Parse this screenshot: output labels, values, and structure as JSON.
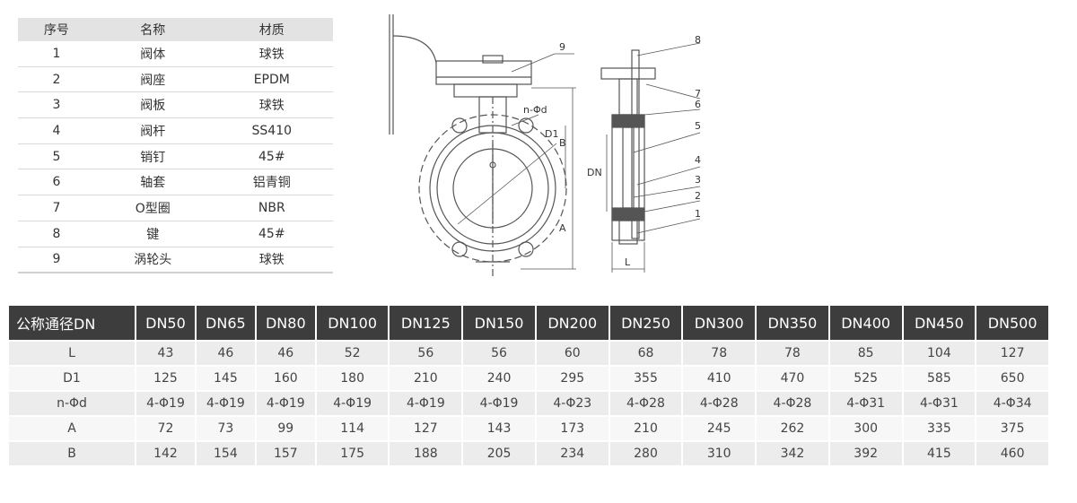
{
  "parts_table": {
    "headers": [
      "序号",
      "名称",
      "材质"
    ],
    "rows": [
      [
        "1",
        "阀体",
        "球铁"
      ],
      [
        "2",
        "阀座",
        "EPDM"
      ],
      [
        "3",
        "阀板",
        "球铁"
      ],
      [
        "4",
        "阀杆",
        "SS410"
      ],
      [
        "5",
        "销钉",
        "45#"
      ],
      [
        "6",
        "轴套",
        "铝青铜"
      ],
      [
        "7",
        "O型圈",
        "NBR"
      ],
      [
        "8",
        "键",
        "45#"
      ],
      [
        "9",
        "涡轮头",
        "球铁"
      ]
    ]
  },
  "drawing": {
    "front_labels": {
      "part9": "9",
      "nphid": "n-Φd",
      "d1": "D1",
      "b": "B",
      "a": "A"
    },
    "side_labels": {
      "p8": "8",
      "p7": "7",
      "p6": "6",
      "p5": "5",
      "p4": "4",
      "p3": "3",
      "p2": "2",
      "p1": "1",
      "dn": "DN",
      "l": "L"
    }
  },
  "spec_table": {
    "header_label": "公称通径DN",
    "columns": [
      "DN50",
      "DN65",
      "DN80",
      "DN100",
      "DN125",
      "DN150",
      "DN200",
      "DN250",
      "DN300",
      "DN350",
      "DN400",
      "DN450",
      "DN500"
    ],
    "rows": [
      {
        "label": "L",
        "values": [
          "43",
          "46",
          "46",
          "52",
          "56",
          "56",
          "60",
          "68",
          "78",
          "78",
          "85",
          "104",
          "127"
        ]
      },
      {
        "label": "D1",
        "values": [
          "125",
          "145",
          "160",
          "180",
          "210",
          "240",
          "295",
          "355",
          "410",
          "470",
          "525",
          "585",
          "650"
        ]
      },
      {
        "label": "n-Φd",
        "values": [
          "4-Φ19",
          "4-Φ19",
          "4-Φ19",
          "4-Φ19",
          "4-Φ19",
          "4-Φ19",
          "4-Φ23",
          "4-Φ28",
          "4-Φ28",
          "4-Φ28",
          "4-Φ31",
          "4-Φ31",
          "4-Φ34"
        ]
      },
      {
        "label": "A",
        "values": [
          "72",
          "73",
          "99",
          "114",
          "127",
          "143",
          "173",
          "210",
          "245",
          "262",
          "300",
          "335",
          "375"
        ]
      },
      {
        "label": "B",
        "values": [
          "142",
          "154",
          "157",
          "175",
          "188",
          "205",
          "234",
          "280",
          "310",
          "342",
          "392",
          "415",
          "460"
        ]
      }
    ]
  },
  "colors": {
    "header_dark": "#3d3d3d",
    "header_light": "#e3e3e3",
    "row_odd": "#ececec",
    "row_even": "#f7f7f7",
    "line": "#555555",
    "seat": "#555555"
  }
}
